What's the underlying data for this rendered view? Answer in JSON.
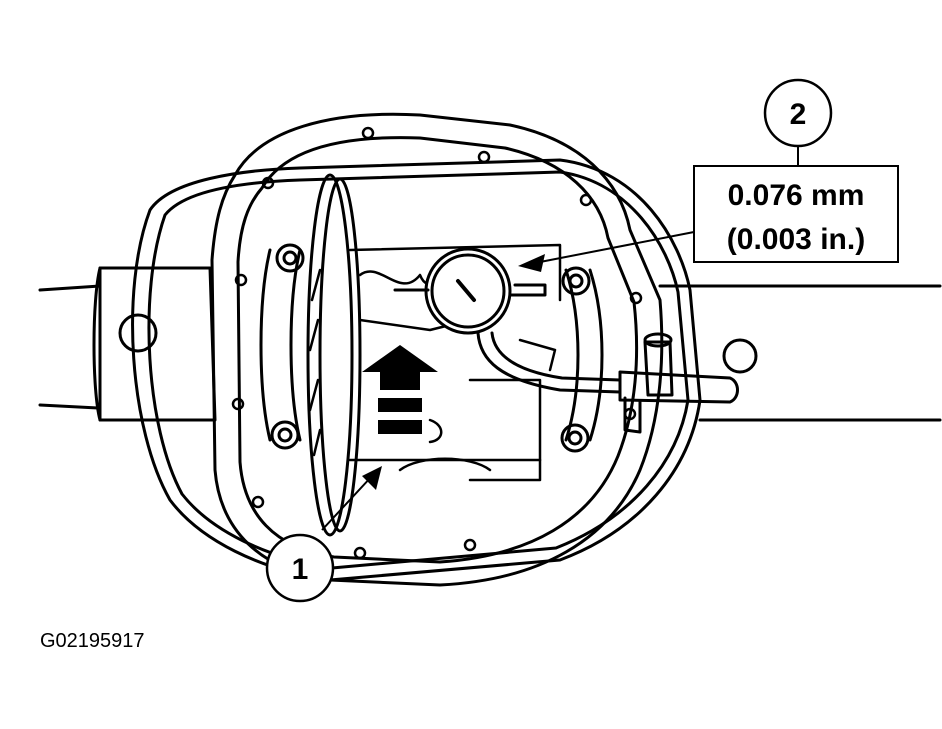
{
  "figure": {
    "code": "G02195917"
  },
  "callouts": {
    "c1": {
      "number": "1"
    },
    "c2": {
      "number": "2"
    }
  },
  "specification": {
    "metric": "0.076 mm",
    "imperial": "(0.003 in.)"
  },
  "colors": {
    "ink": "#000000",
    "paper": "#ffffff"
  }
}
